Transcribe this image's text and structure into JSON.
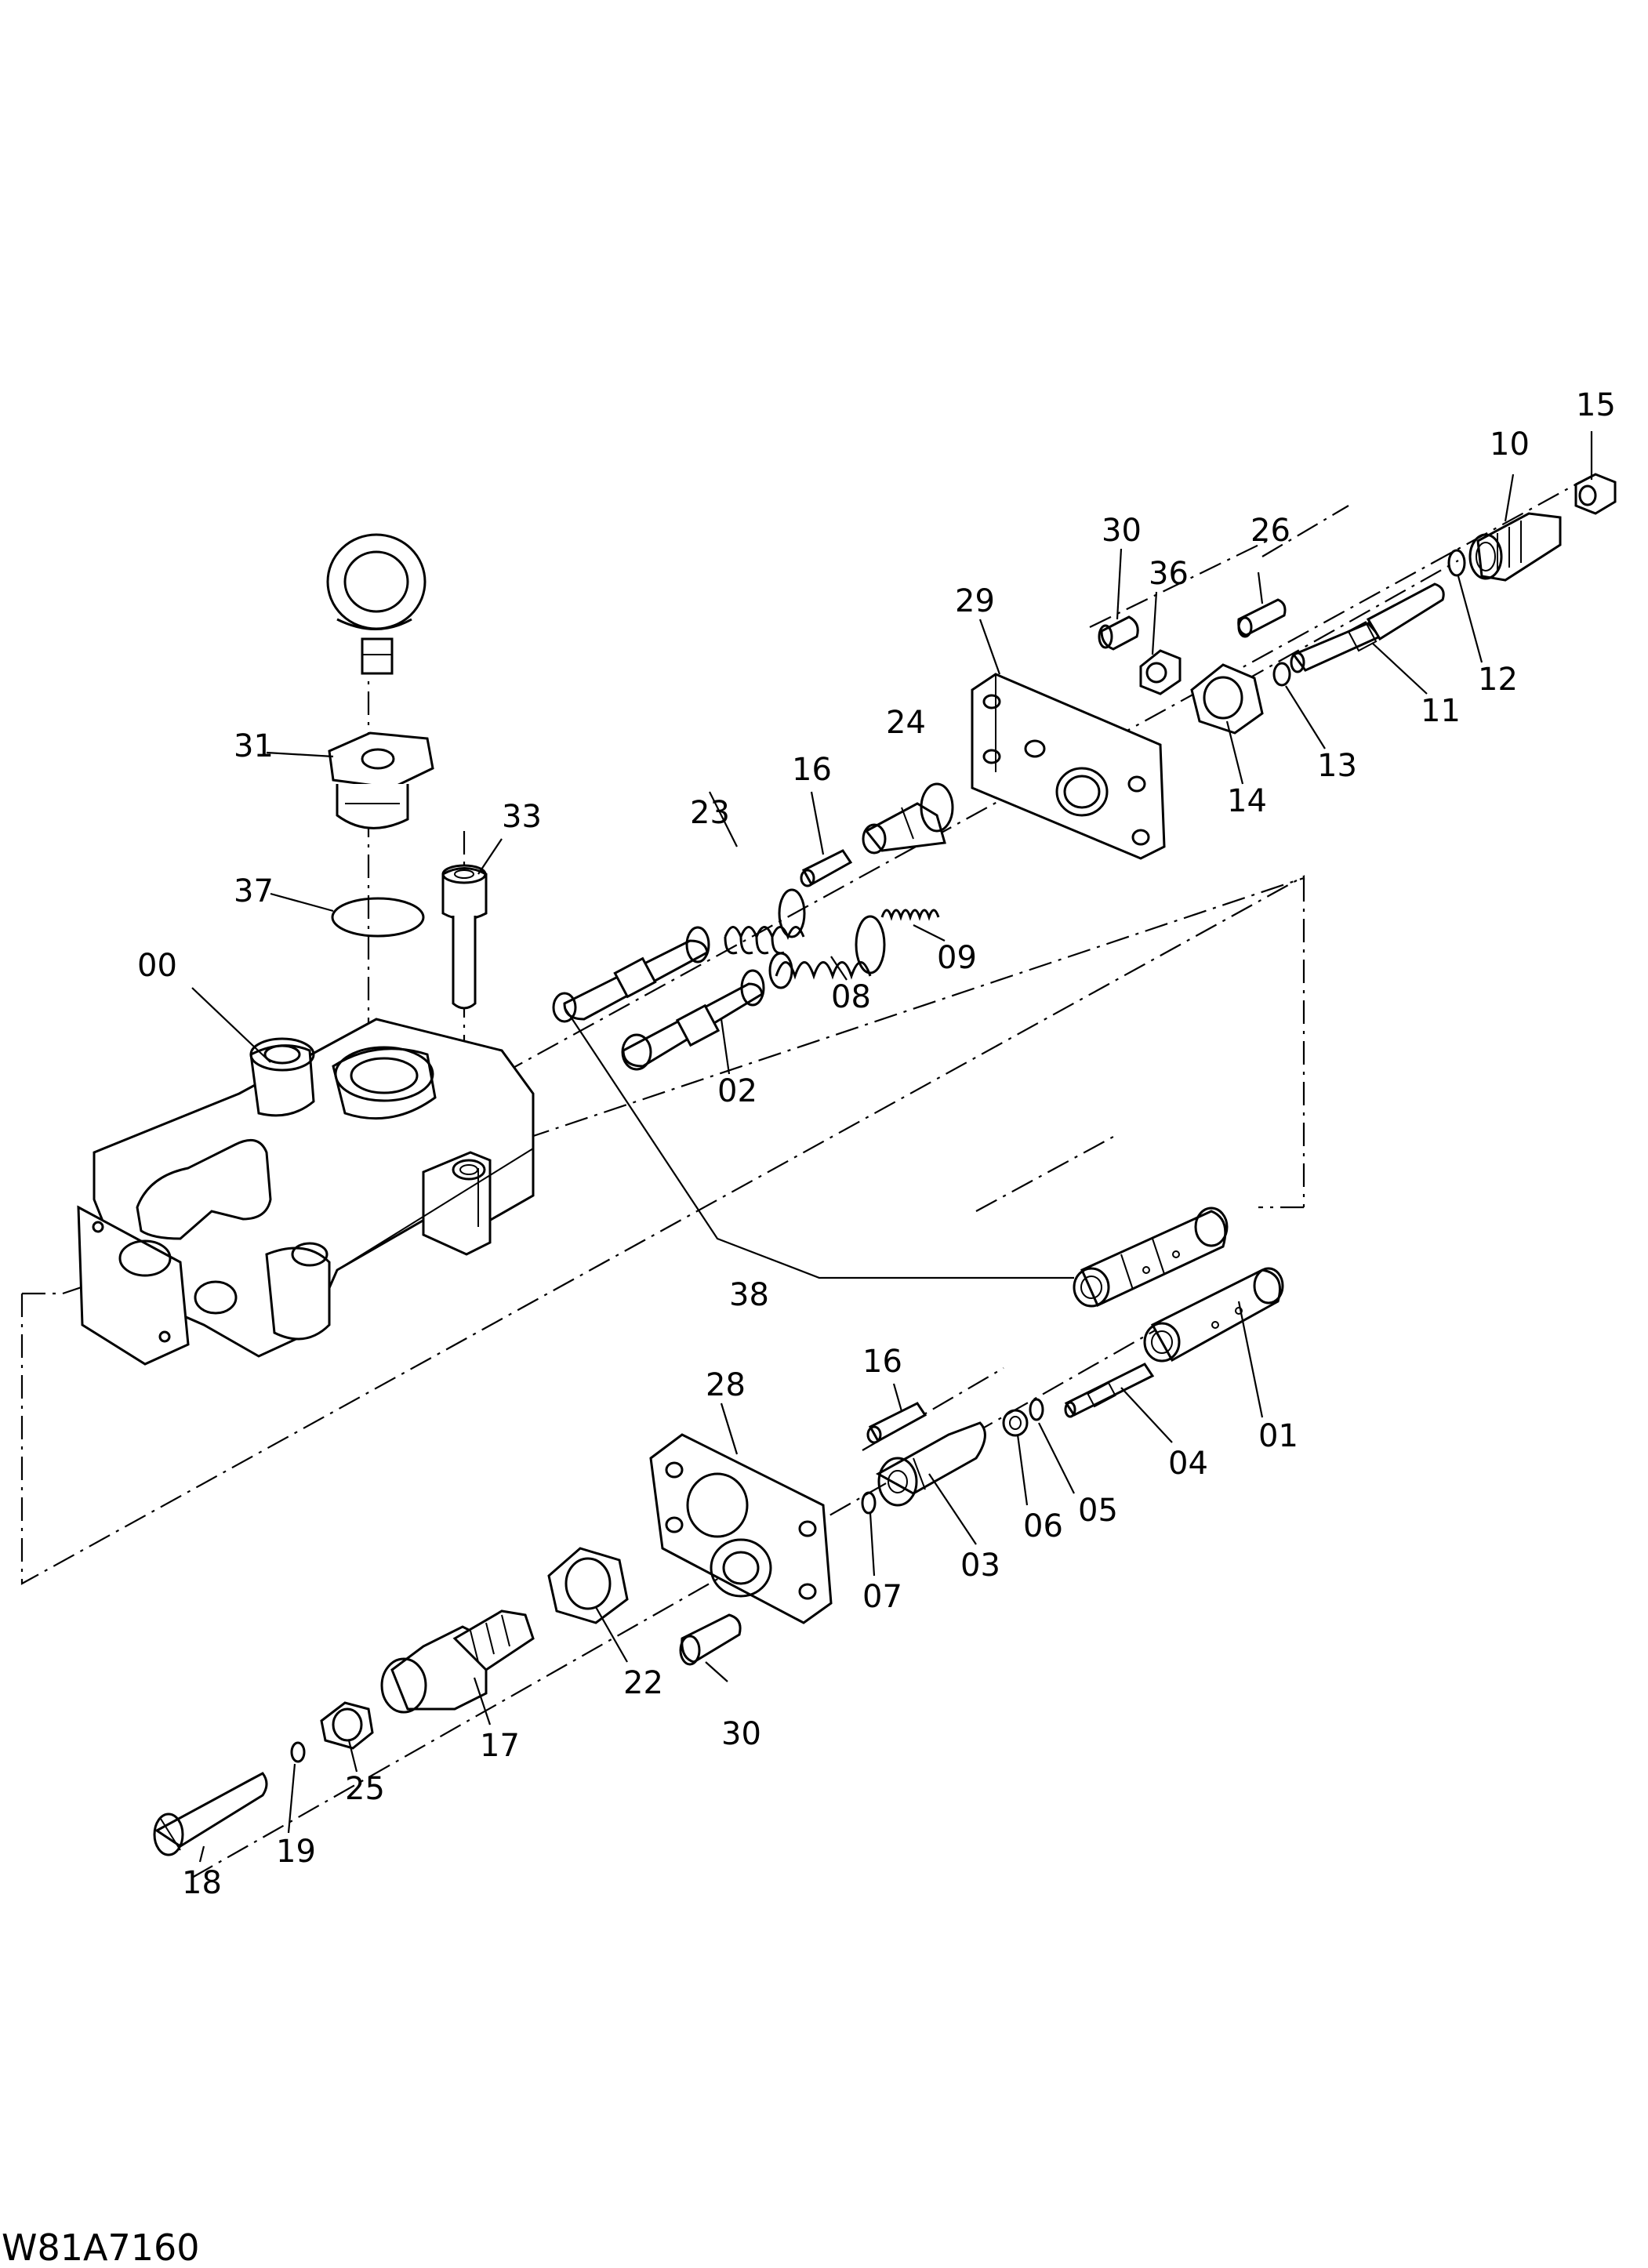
{
  "drawing_code": "W81A7160",
  "callouts": [
    {
      "id": "p00",
      "text": "00"
    },
    {
      "id": "p01",
      "text": "01"
    },
    {
      "id": "p02",
      "text": "02"
    },
    {
      "id": "p03",
      "text": "03"
    },
    {
      "id": "p04",
      "text": "04"
    },
    {
      "id": "p05",
      "text": "05"
    },
    {
      "id": "p06",
      "text": "06"
    },
    {
      "id": "p07",
      "text": "07"
    },
    {
      "id": "p08",
      "text": "08"
    },
    {
      "id": "p09",
      "text": "09"
    },
    {
      "id": "p10",
      "text": "10"
    },
    {
      "id": "p11",
      "text": "11"
    },
    {
      "id": "p12",
      "text": "12"
    },
    {
      "id": "p13",
      "text": "13"
    },
    {
      "id": "p14",
      "text": "14"
    },
    {
      "id": "p15",
      "text": "15"
    },
    {
      "id": "p16a",
      "text": "16"
    },
    {
      "id": "p16b",
      "text": "16"
    },
    {
      "id": "p17",
      "text": "17"
    },
    {
      "id": "p18",
      "text": "18"
    },
    {
      "id": "p19",
      "text": "19"
    },
    {
      "id": "p22",
      "text": "22"
    },
    {
      "id": "p23",
      "text": "23"
    },
    {
      "id": "p24",
      "text": "24"
    },
    {
      "id": "p25",
      "text": "25"
    },
    {
      "id": "p26",
      "text": "26"
    },
    {
      "id": "p28",
      "text": "28"
    },
    {
      "id": "p29",
      "text": "29"
    },
    {
      "id": "p30a",
      "text": "30"
    },
    {
      "id": "p30b",
      "text": "30"
    },
    {
      "id": "p31",
      "text": "31"
    },
    {
      "id": "p33",
      "text": "33"
    },
    {
      "id": "p36",
      "text": "36"
    },
    {
      "id": "p37",
      "text": "37"
    },
    {
      "id": "p38",
      "text": "38"
    }
  ]
}
